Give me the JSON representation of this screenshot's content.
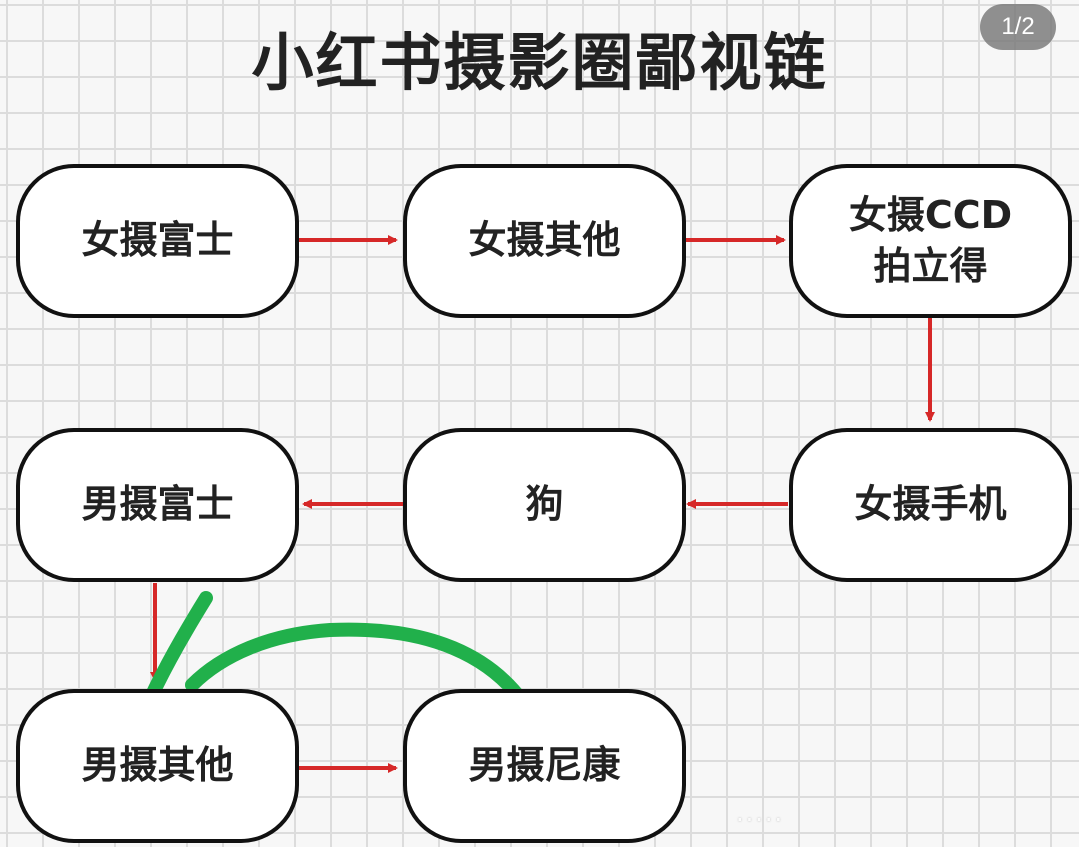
{
  "title": "小红书摄影圈鄙视链",
  "page_indicator": "1/2",
  "colors": {
    "arrow": "#d62828",
    "annotation": "#21b04b",
    "border": "#111111"
  },
  "nodes": [
    {
      "id": "n1",
      "label": "女摄富士"
    },
    {
      "id": "n2",
      "label": "女摄其他"
    },
    {
      "id": "n3",
      "label": "女摄CCD\n拍立得"
    },
    {
      "id": "n4",
      "label": "女摄手机"
    },
    {
      "id": "n5",
      "label": "狗"
    },
    {
      "id": "n6",
      "label": "男摄富士"
    },
    {
      "id": "n7",
      "label": "男摄其他"
    },
    {
      "id": "n8",
      "label": "男摄尼康"
    }
  ],
  "edges": [
    {
      "from": "n1",
      "to": "n2"
    },
    {
      "from": "n2",
      "to": "n3"
    },
    {
      "from": "n3",
      "to": "n4"
    },
    {
      "from": "n4",
      "to": "n5"
    },
    {
      "from": "n5",
      "to": "n6"
    },
    {
      "from": "n6",
      "to": "n7"
    },
    {
      "from": "n7",
      "to": "n8"
    }
  ],
  "annotation": {
    "type": "hand-drawn-arrow",
    "from": "n8",
    "to": "n7"
  },
  "watermark": "·····"
}
